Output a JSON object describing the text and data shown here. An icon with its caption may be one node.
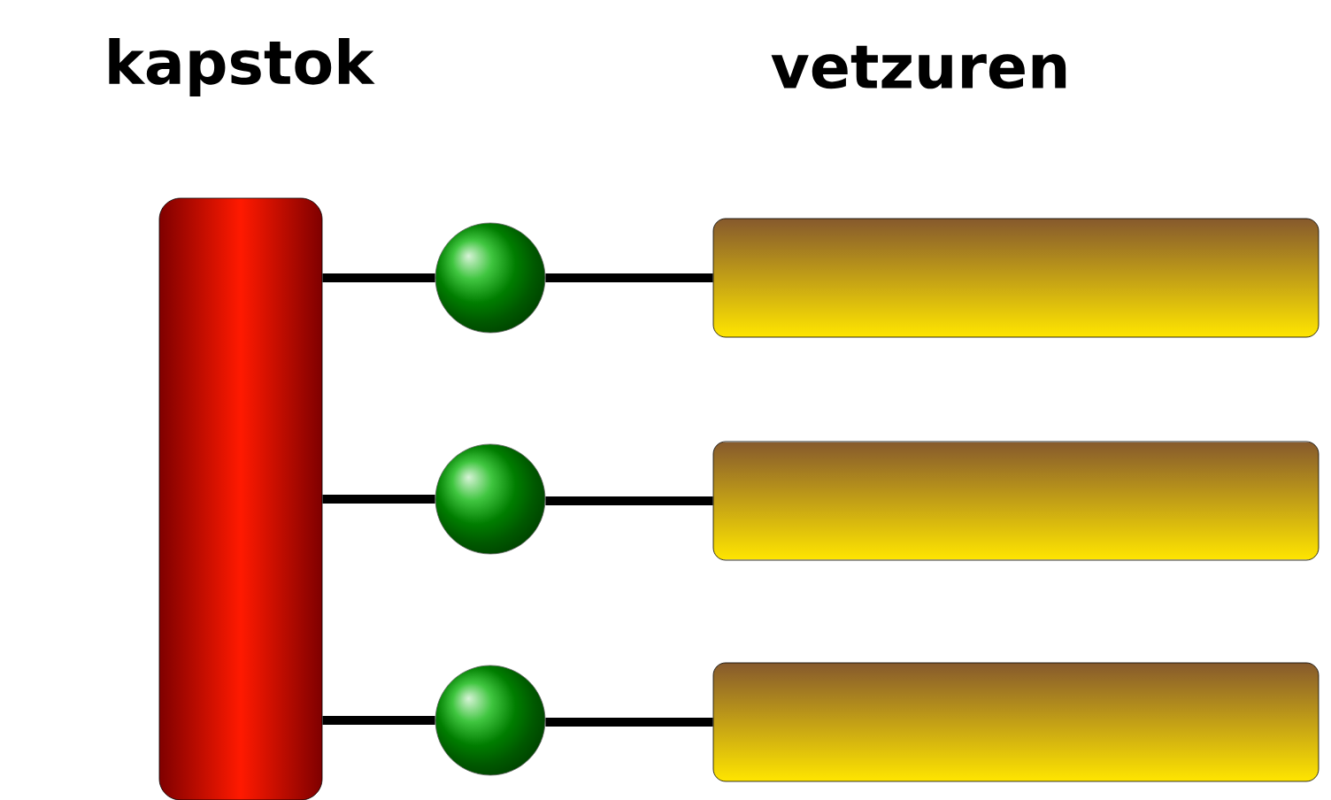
{
  "diagram": {
    "nodes": [
      {
        "text": [],
        "shape": "bar"
      },
      {
        "text": [],
        "shape": "circle"
      },
      {
        "text": [],
        "shape": "circle"
      },
      {
        "text": [],
        "shape": "circle"
      },
      {
        "text": [],
        "shape": "bar"
      },
      {
        "text": [],
        "shape": "bar"
      },
      {
        "text": [],
        "shape": "bar"
      }
    ],
    "edges": [
      {
        "from": 0,
        "to": 1,
        "arrow": "none"
      },
      {
        "from": 0,
        "to": 2,
        "arrow": "none"
      },
      {
        "from": 0,
        "to": 3,
        "arrow": "none"
      },
      {
        "from": 1,
        "to": 4,
        "arrow": "none"
      },
      {
        "from": 2,
        "to": 5,
        "arrow": "none"
      },
      {
        "from": 3,
        "to": 6,
        "arrow": "none"
      }
    ],
    "labels": [
      "kapstok",
      "vetzuren"
    ]
  }
}
